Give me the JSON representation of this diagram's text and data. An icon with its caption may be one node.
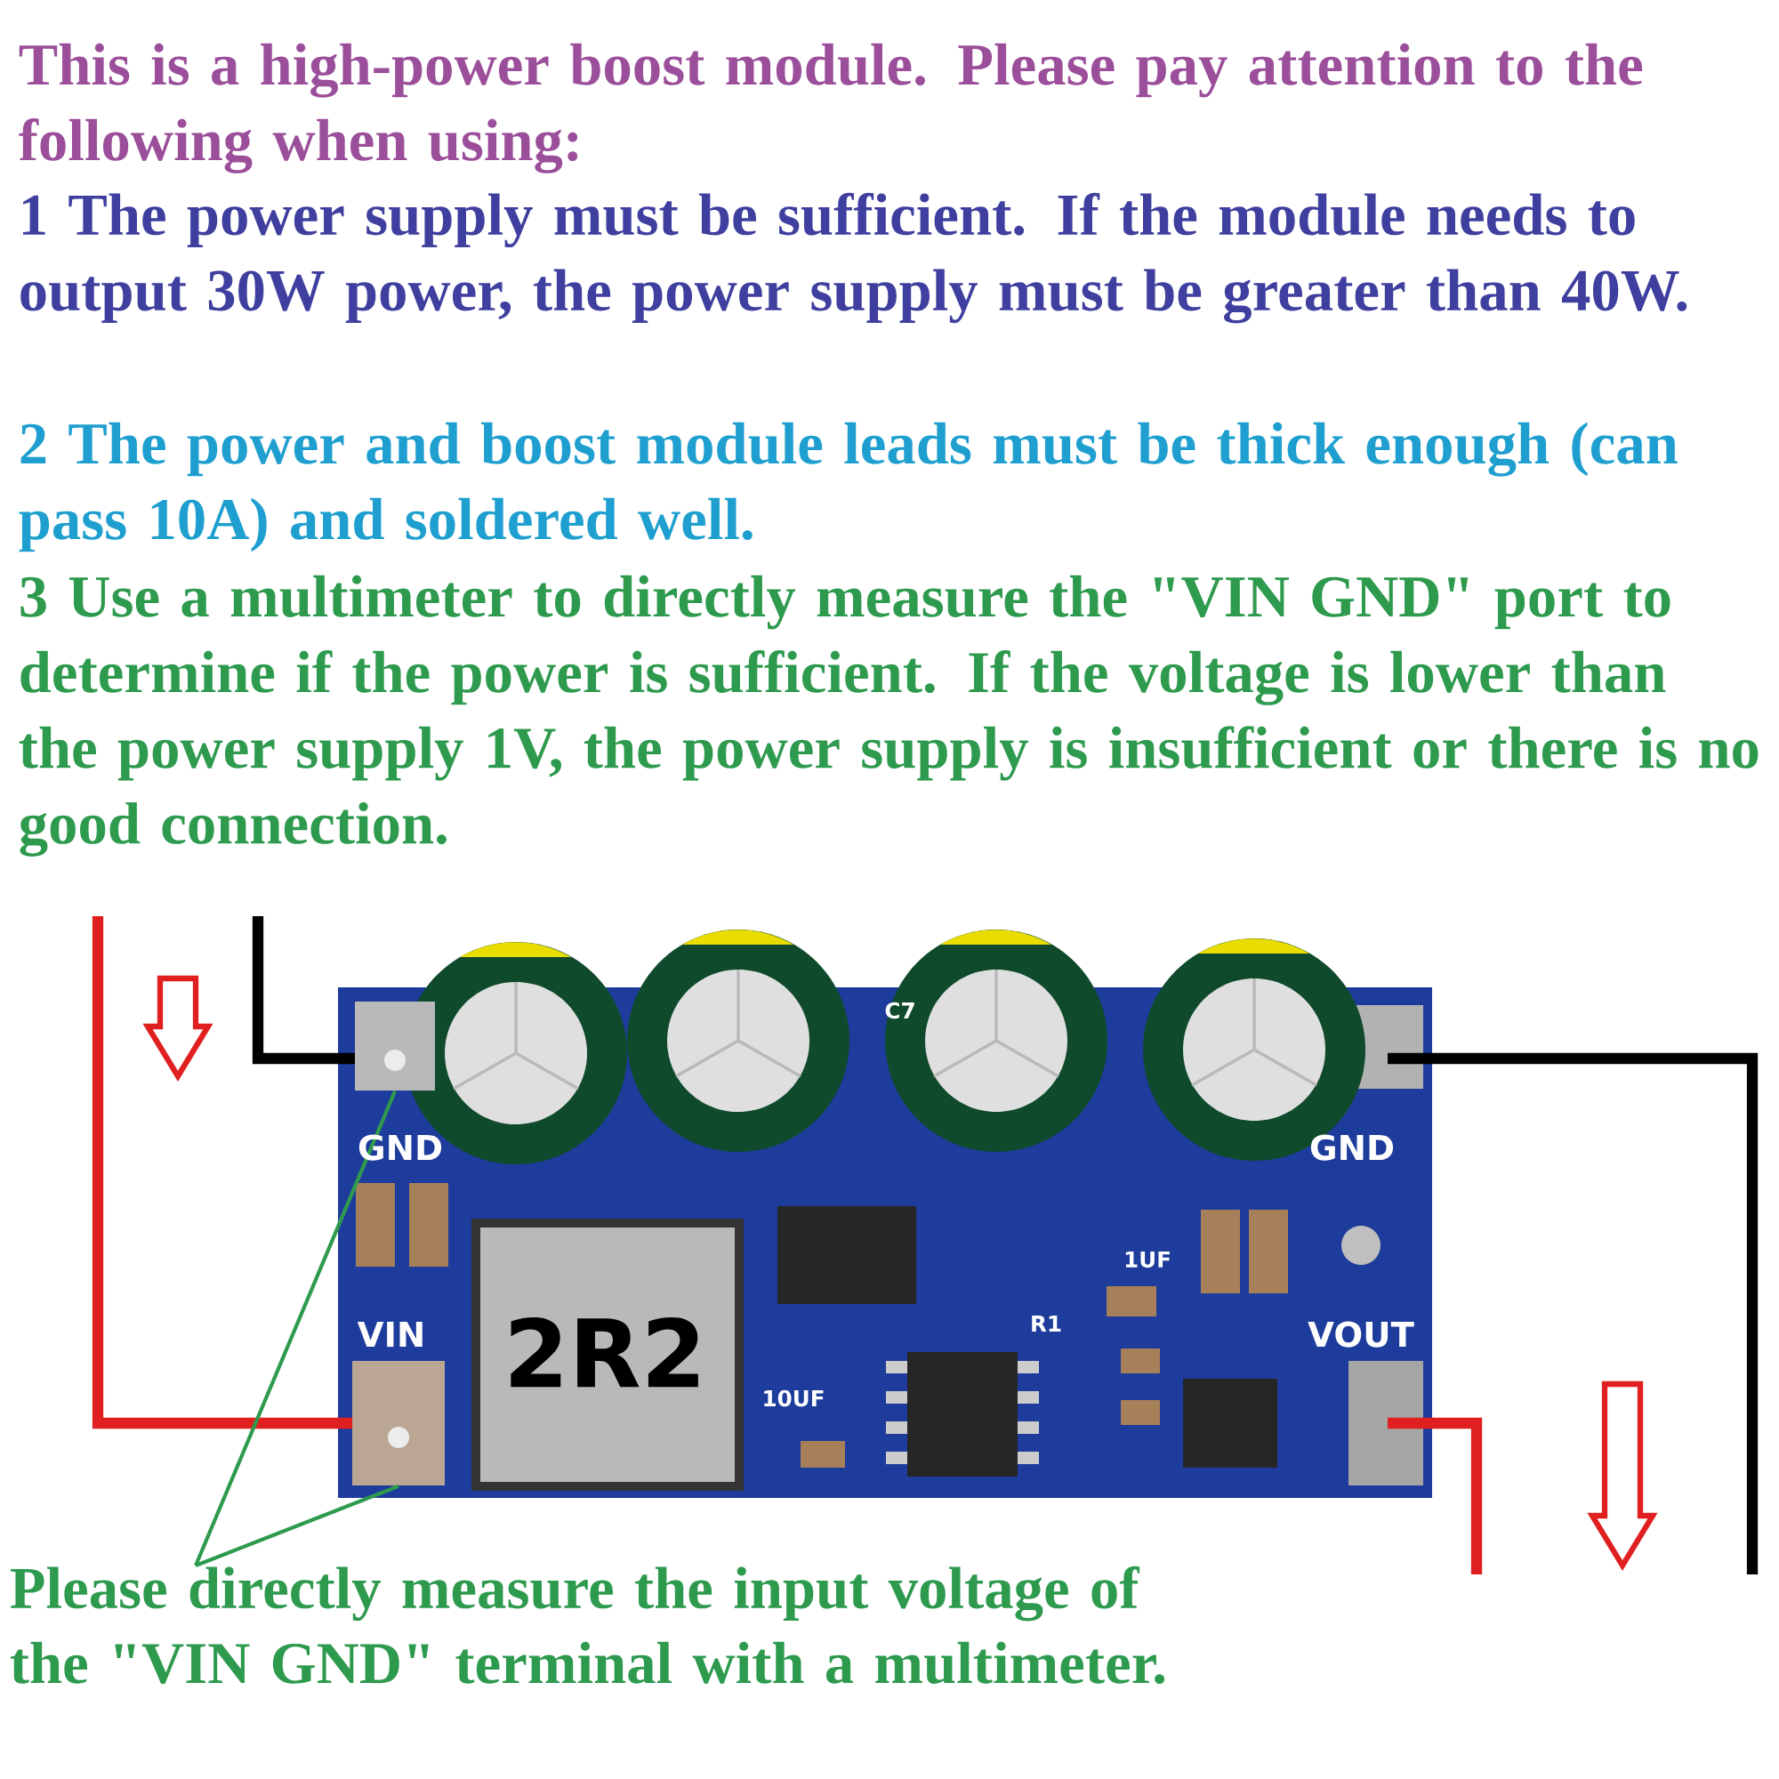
{
  "diagram": {
    "title": "This is a high-power boost module. Please pay attention to the following when using:",
    "nodes": [
      {
        "text": [
          "Please directly measure the input voltage of the \"VIN GND\" terminal with a multimeter."
        ]
      },
      {
        "text": [],
        "shape": "box"
      },
      {
        "text": [],
        "shape": "box"
      }
    ],
    "edges": [
      {
        "from": 0,
        "to": 1,
        "arrow": "none"
      },
      {
        "from": 0,
        "to": 2,
        "arrow": "none"
      }
    ],
    "labels": [
      "1 The power supply must be sufficient. If the module needs to output 30W power, the power supply must be greater than 40W.",
      "2 The power and boost module leads must be thick enough (can pass 10A) and soldered well.",
      "3 Use a multimeter to directly measure the \"VIN GND\" port to determine if the power is sufficient. If the voltage is lower than the power supply 1V, the power supply is insufficient or there is no good connection.",
      "GND",
      "GND",
      "VIN",
      "VOUT",
      "2R2",
      "C7",
      "1UF",
      "R1",
      "10UF"
    ]
  }
}
